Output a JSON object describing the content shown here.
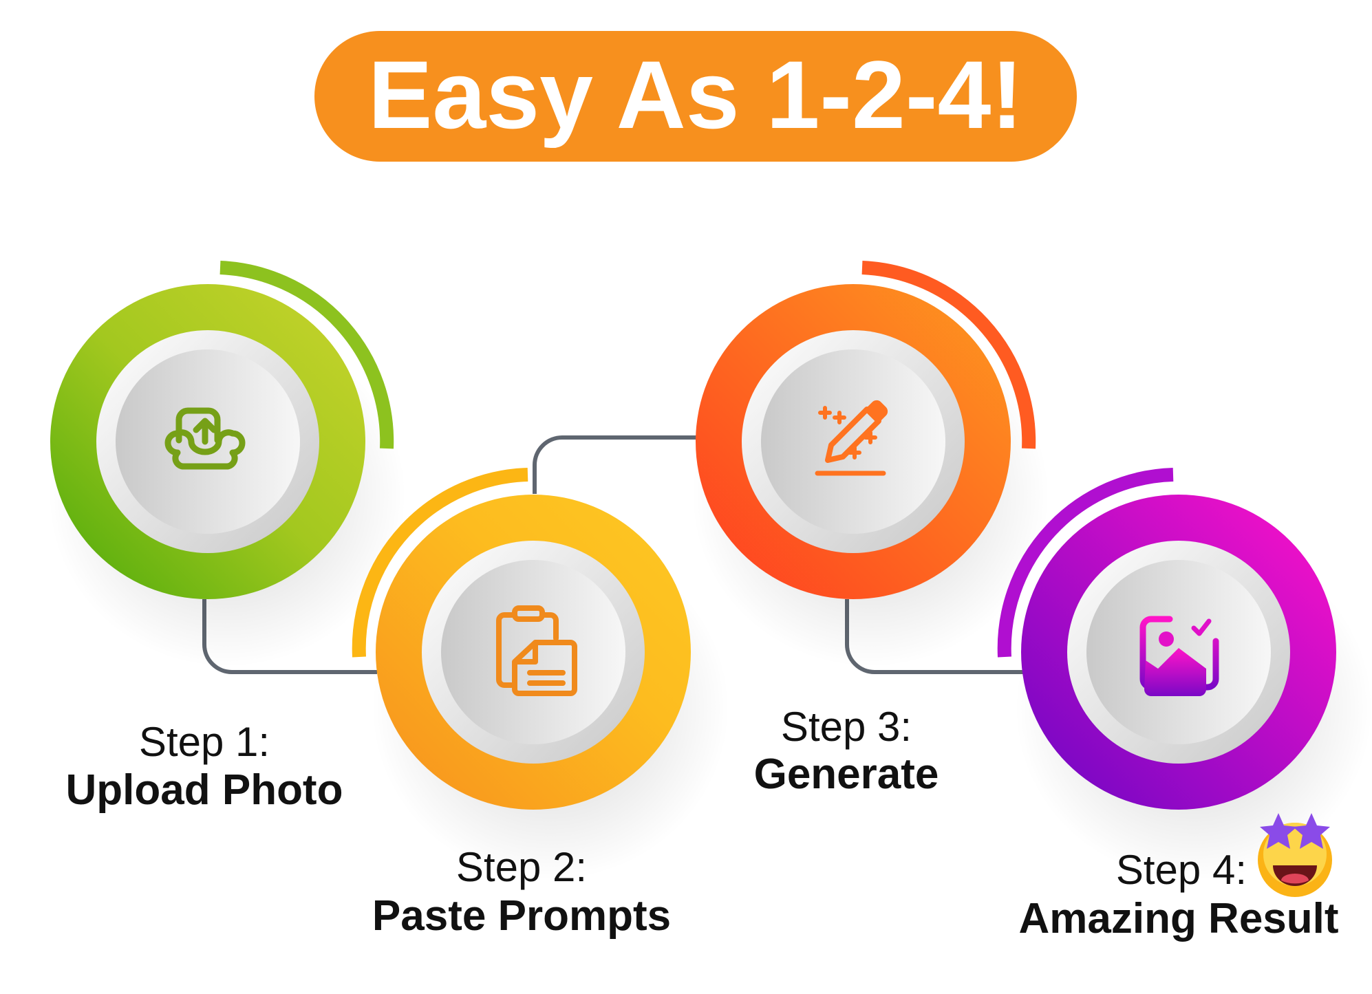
{
  "title": "Easy As 1-2-4!",
  "colors": {
    "title_bg": "#f7901e",
    "connector": "#5f6670",
    "green": "#8dc21f",
    "yellow": "#fcb614",
    "orange": "#ff6a21",
    "magenta": "#c20ec9"
  },
  "steps": [
    {
      "step": "Step 1:",
      "name": "Upload Photo",
      "icon": "upload-photo-icon"
    },
    {
      "step": "Step 2:",
      "name": "Paste Prompts",
      "icon": "paste-clipboard-icon"
    },
    {
      "step": "Step 3:",
      "name": "Generate",
      "icon": "magic-pencil-icon"
    },
    {
      "step": "Step 4:",
      "name": "Amazing Result",
      "icon": "image-check-icon"
    }
  ],
  "emoji": "star-struck-emoji-icon"
}
